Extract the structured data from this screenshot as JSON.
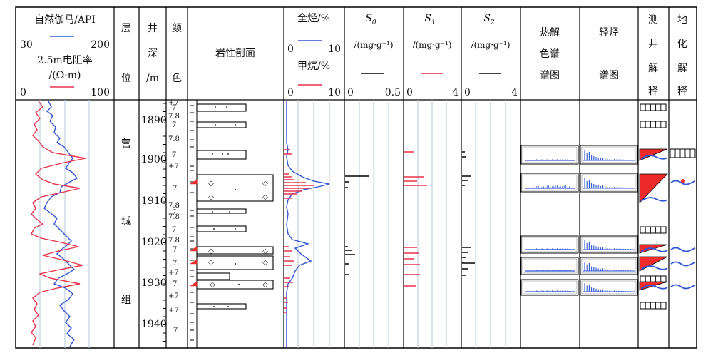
{
  "header": {
    "gr_title": "自然伽马/API",
    "gr_min": "30",
    "gr_max": "200",
    "res_title_1": "2.5m电阻率",
    "res_title_2": "/(Ω·m)",
    "res_min": "0",
    "res_max": "100",
    "layer": [
      "层",
      "位"
    ],
    "depth": [
      "井",
      "深",
      "/m"
    ],
    "color": [
      "颜",
      "色"
    ],
    "lith": "岩性剖面",
    "tg_title": "全烃/%",
    "tg_min": "0",
    "tg_max": "10",
    "ch4_title": "甲烷/%",
    "ch4_min": "0",
    "ch4_max": "10",
    "s0_title": "S",
    "s0_sub": "0",
    "s0_unit": "/(mg·g⁻¹)",
    "s0_min": "0",
    "s0_max": "0.5",
    "s1_title": "S",
    "s1_sub": "1",
    "s1_unit": "/(mg·g⁻¹)",
    "s1_min": "0",
    "s1_max": "4",
    "s2_title": "S",
    "s2_sub": "2",
    "s2_unit": "/(mg·g⁻¹)",
    "s2_min": "0",
    "s2_max": "4",
    "pyro": [
      "热解",
      "色谱",
      "谱图"
    ],
    "light": [
      "轻烃",
      "谱图"
    ],
    "well": [
      "测",
      "井",
      "解",
      "释"
    ],
    "geochem": [
      "地",
      "化",
      "解",
      "释"
    ]
  },
  "formation": [
    "营",
    "城",
    "组"
  ],
  "depth_ticks": [
    "1890",
    "1900",
    "1910",
    "1920",
    "1930",
    "1940"
  ],
  "color_labels": [
    "+7",
    "7",
    "7.8",
    "7",
    "7.8",
    "7",
    "+7",
    "7",
    "7.8",
    "7",
    "7.8",
    "7",
    "7.8",
    "7",
    "7",
    "+7",
    "7",
    "+7",
    "+7",
    "7"
  ],
  "colors": {
    "gr": "#2f55d4",
    "res": "#e8334a",
    "tg": "#2f55d4",
    "ch4": "#e8334a",
    "grid": "#b7c7d8",
    "fill_red": "#ee2a2a"
  }
}
